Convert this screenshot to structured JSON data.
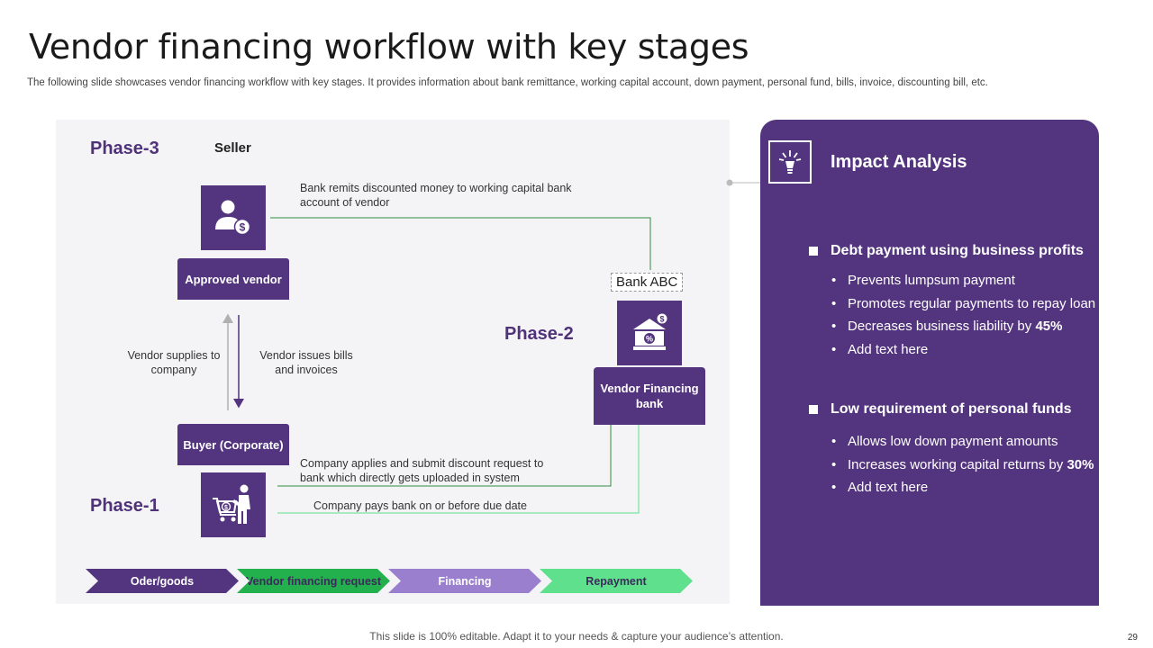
{
  "slide": {
    "title": "Vendor financing workflow with key stages",
    "subtitle": "The following slide showcases vendor financing workflow with key stages. It provides information about bank remittance, working capital account, down payment, personal fund, bills, invoice, discounting bill, etc.",
    "footer": "This slide is 100% editable. Adapt it to your needs & capture your audience’s attention.",
    "page_number": "29"
  },
  "diagram": {
    "phase3": "Phase-3",
    "phase2": "Phase-2",
    "phase1": "Phase-1",
    "seller": "Seller",
    "approved_vendor": "Approved vendor",
    "buyer": "Buyer (Corporate)",
    "bank_abc": "Bank ABC",
    "vendor_financing_bank": "Vendor Financing bank",
    "bank_remits": "Bank remits discounted money to working capital bank account of vendor",
    "vendor_supplies": "Vendor supplies to company",
    "vendor_issues": "Vendor issues bills and invoices",
    "company_applies": "Company applies and submit discount request to bank which directly gets uploaded in system",
    "company_pays": "Company pays bank on or before due date",
    "stages": [
      {
        "label": "Oder/goods",
        "color": "#53347e",
        "text_color": "#ffffff"
      },
      {
        "label": "Vendor financing request",
        "color": "#22b14c",
        "text_color": "#3d2a5c"
      },
      {
        "label": "Financing",
        "color": "#9b7fcf",
        "text_color": "#ffffff"
      },
      {
        "label": "Repayment",
        "color": "#5fe08c",
        "text_color": "#3d2a5c"
      }
    ],
    "icons": {
      "seller": "seller-dollar-icon",
      "bank": "bank-percent-icon",
      "buyer": "shopping-cart-person-icon"
    }
  },
  "impact": {
    "title": "Impact Analysis",
    "icon": "lightbulb-idea-icon",
    "sections": [
      {
        "heading": "Debt payment using business profits",
        "bullets": [
          {
            "text": "Prevents lumpsum payment",
            "bold": ""
          },
          {
            "text": "Promotes regular payments to repay loan",
            "bold": ""
          },
          {
            "text": "Decreases business liability by ",
            "bold": "45%"
          },
          {
            "text": "Add text here",
            "bold": ""
          }
        ]
      },
      {
        "heading": "Low requirement of personal funds",
        "bullets": [
          {
            "text": "Allows low down payment amounts",
            "bold": ""
          },
          {
            "text": "Increases working capital returns by ",
            "bold": "30%"
          },
          {
            "text": "Add text here",
            "bold": ""
          }
        ]
      }
    ]
  },
  "colors": {
    "purple": "#53347e",
    "green_line": "#2e8b3e",
    "light_green_line": "#5fe08c",
    "diagram_bg": "#f4f4f6"
  }
}
